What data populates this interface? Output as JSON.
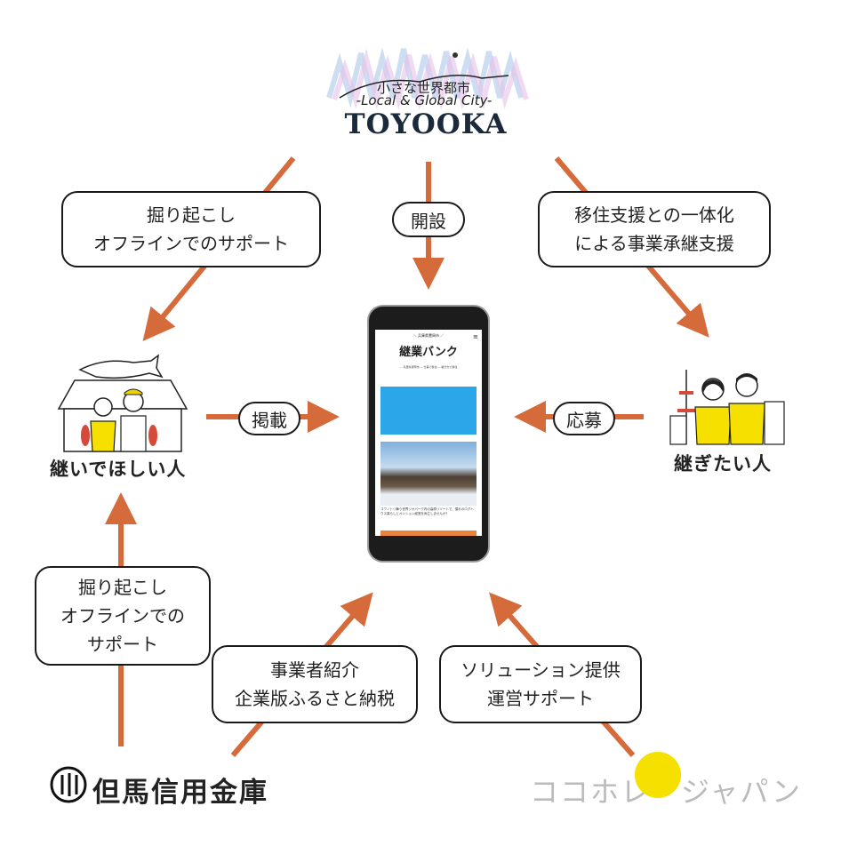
{
  "colors": {
    "arrow": "#d56a3a",
    "sky": "#2ba6e8",
    "sun": "#f5e000"
  },
  "logo": {
    "subtitle": "小さな世界都市",
    "tagline": "-Local & Global City-",
    "name": "TOYOOKA"
  },
  "labels": {
    "top_left": [
      "掘り起こし",
      "オフラインでのサポート"
    ],
    "top_center": "開設",
    "top_right": [
      "移住支援との一体化",
      "による事業承継支援"
    ],
    "left_mid": "掲載",
    "right_mid": "応募",
    "bottom_left": [
      "掘り起こし",
      "オフラインでの",
      "サポート"
    ],
    "bottom_center": [
      "事業者紹介",
      "企業版ふるさと納税"
    ],
    "bottom_right": [
      "ソリューション提供",
      "運営サポート"
    ]
  },
  "nodes": {
    "seller": "継いでほしい人",
    "buyer": "継ぎたい人"
  },
  "app": {
    "region": "＼ 兵庫県豊岡市 ／",
    "title": "継業バンク",
    "tagline": "― 兵庫県豊岡市 ― 仕事で移住 ― 継ぎ方で移住",
    "post": "コウノトリ舞う世界ジオパーク内の高原リゾートで、憧れのログハウス暮らしとペンション経営を両立しませんか？"
  },
  "partners": {
    "bank": "但馬信用金庫",
    "koko_left": "ココホレ",
    "koko_right": "ジャパン"
  }
}
